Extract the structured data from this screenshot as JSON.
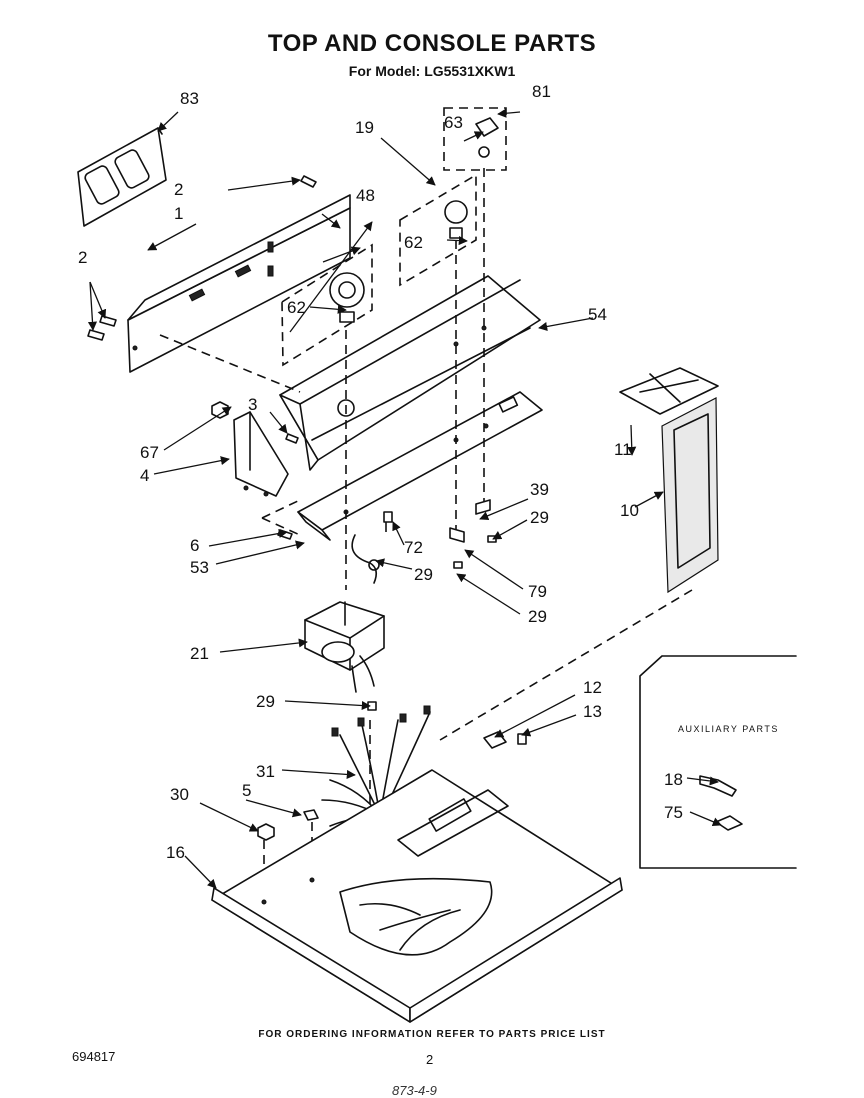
{
  "header": {
    "title": "TOP AND CONSOLE PARTS",
    "subtitle": "For Model: LG5531XKW1"
  },
  "callouts": {
    "c83": "83",
    "c81": "81",
    "c63": "63",
    "c19": "19",
    "c2a": "2",
    "c48": "48",
    "c1": "1",
    "c2b": "2",
    "c62a": "62",
    "c62b": "62",
    "c54": "54",
    "c3": "3",
    "c67": "67",
    "c4": "4",
    "c11": "11",
    "c39": "39",
    "c29a": "29",
    "c10": "10",
    "c6": "6",
    "c72": "72",
    "c53": "53",
    "c29b": "29",
    "c79": "79",
    "c29c": "29",
    "c21": "21",
    "c12": "12",
    "c29d": "29",
    "c13": "13",
    "c31": "31",
    "c18": "18",
    "c30": "30",
    "c5": "5",
    "c75": "75",
    "c16": "16"
  },
  "auxiliary": {
    "title": "AUXILIARY PARTS"
  },
  "footer": {
    "ordering_note": "FOR ORDERING INFORMATION REFER TO PARTS PRICE LIST",
    "doc_number": "694817",
    "page_number": "2",
    "stamp": "873-4-9"
  },
  "arrowheads": [
    [
      158,
      131,
      178,
      112
    ],
    [
      300,
      180,
      228,
      190
    ],
    [
      340,
      228,
      322,
      214
    ],
    [
      148,
      250,
      196,
      224
    ],
    [
      372,
      222,
      290,
      332
    ],
    [
      360,
      248,
      323,
      262
    ],
    [
      105,
      318,
      90,
      282
    ],
    [
      93,
      330,
      90,
      282
    ],
    [
      483,
      132,
      464,
      141
    ],
    [
      498,
      114,
      520,
      112
    ],
    [
      435,
      185,
      381,
      138
    ],
    [
      467,
      241,
      447,
      240
    ],
    [
      539,
      328,
      593,
      318
    ],
    [
      346,
      310,
      310,
      307
    ],
    [
      287,
      433,
      270,
      412
    ],
    [
      231,
      407,
      164,
      450
    ],
    [
      229,
      459,
      154,
      474
    ],
    [
      632,
      455,
      631,
      425
    ],
    [
      480,
      519,
      528,
      499
    ],
    [
      493,
      539,
      527,
      520
    ],
    [
      663,
      492,
      635,
      507
    ],
    [
      287,
      532,
      209,
      546
    ],
    [
      304,
      543,
      216,
      564
    ],
    [
      393,
      522,
      404,
      545
    ],
    [
      376,
      561,
      412,
      569
    ],
    [
      465,
      550,
      523,
      589
    ],
    [
      457,
      574,
      520,
      614
    ],
    [
      307,
      642,
      220,
      652
    ],
    [
      370,
      706,
      285,
      701
    ],
    [
      495,
      737,
      575,
      695
    ],
    [
      522,
      735,
      576,
      715
    ],
    [
      355,
      775,
      282,
      770
    ],
    [
      301,
      815,
      246,
      800
    ],
    [
      258,
      831,
      200,
      803
    ],
    [
      718,
      782,
      687,
      778
    ],
    [
      721,
      825,
      690,
      812
    ],
    [
      216,
      888,
      185,
      856
    ]
  ]
}
